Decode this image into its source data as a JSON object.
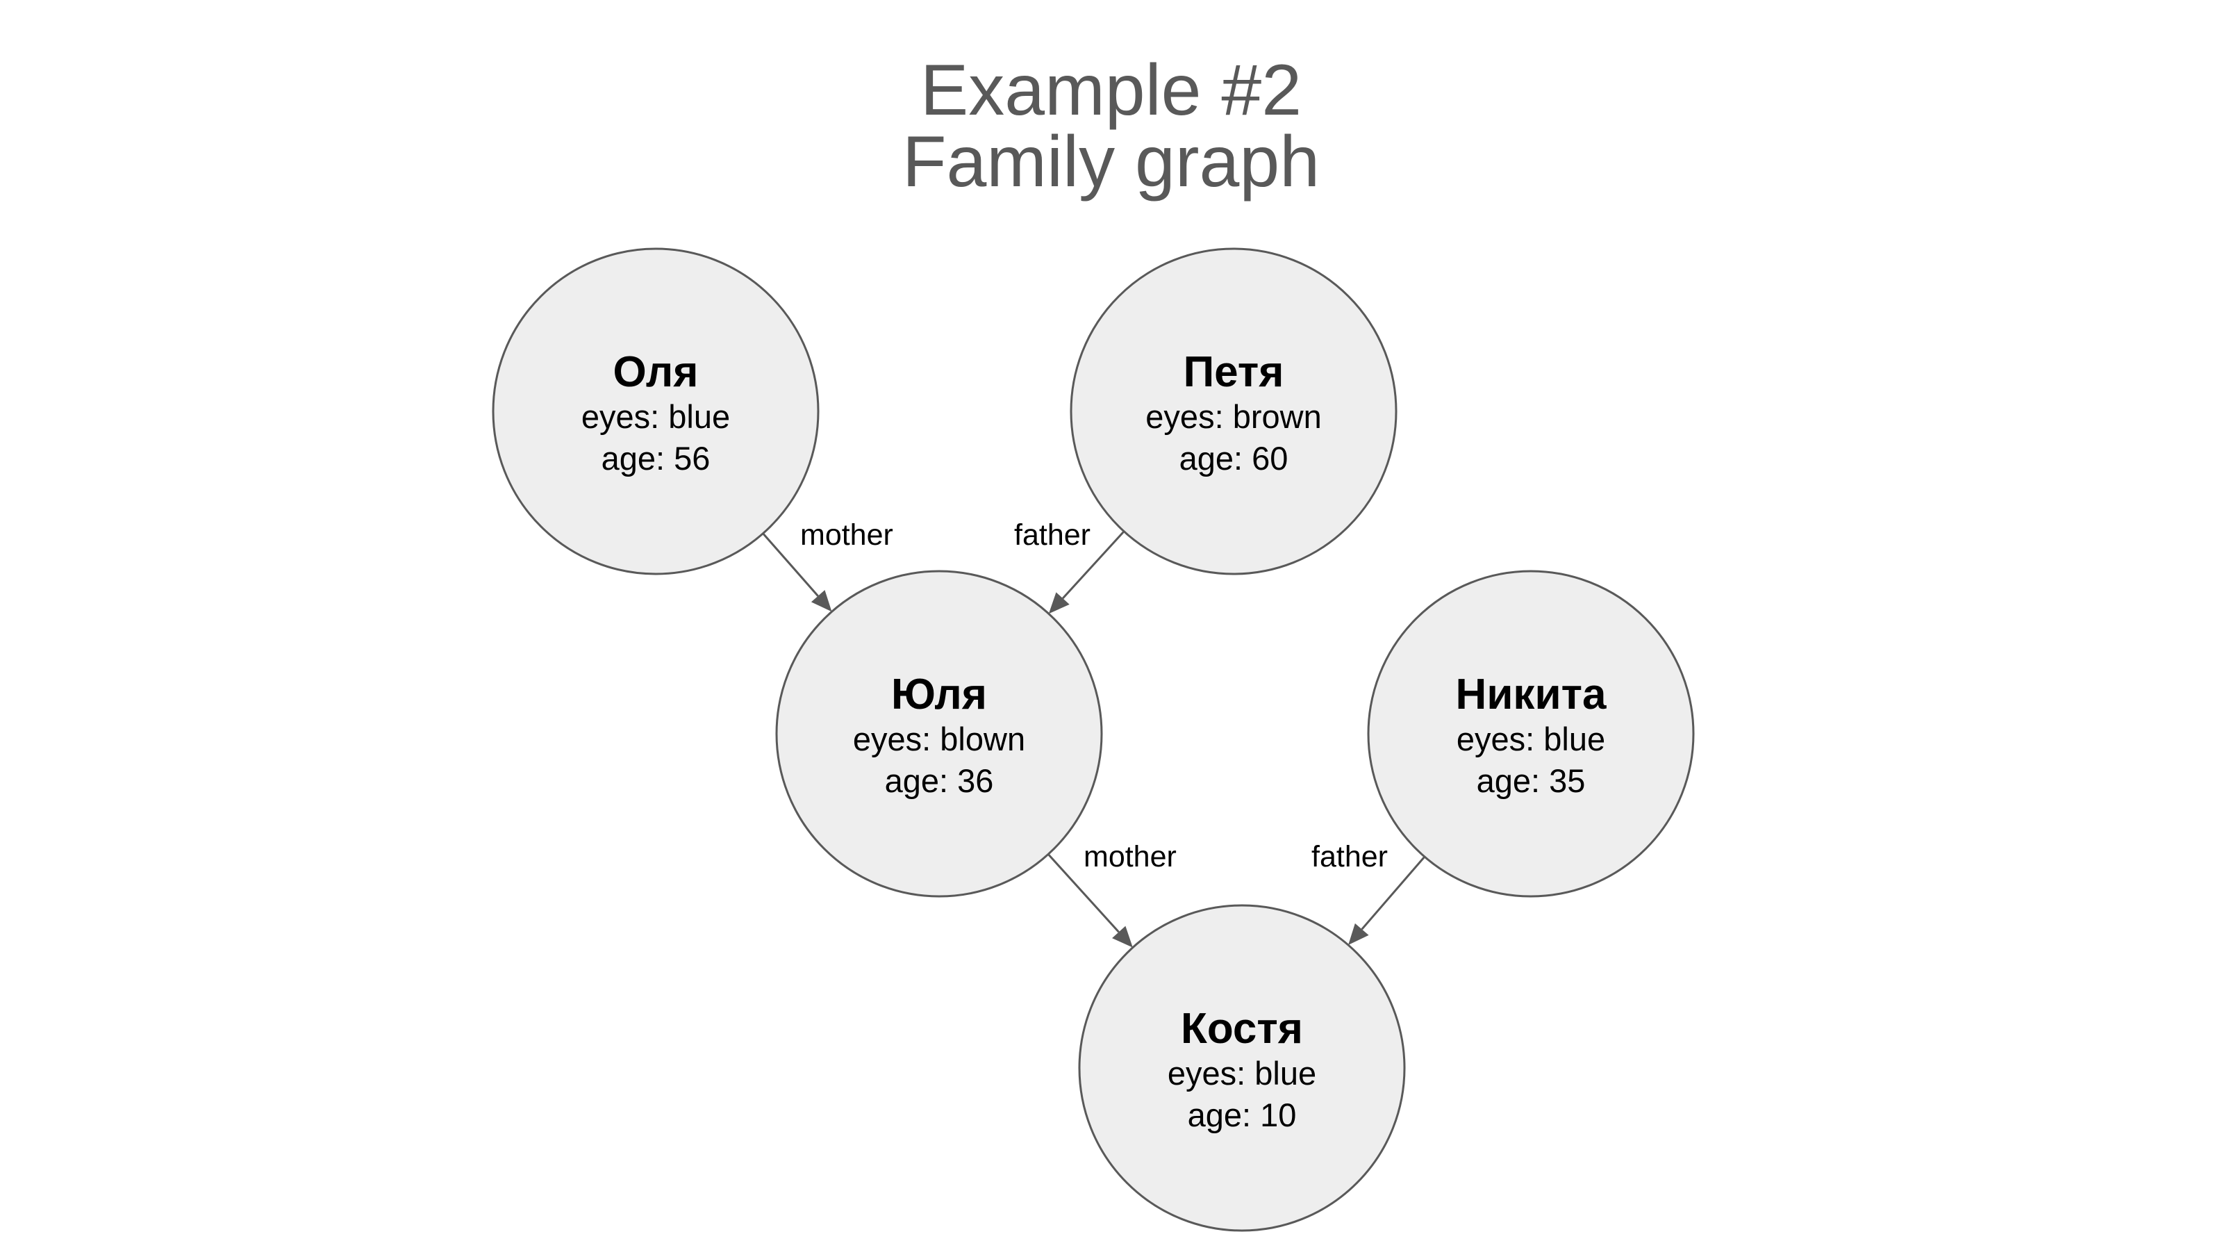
{
  "title": {
    "line1": "Example #2",
    "line2": "Family graph"
  },
  "colors": {
    "title": "#595959",
    "node_fill": "#eeeeee",
    "node_stroke": "#595959",
    "edge": "#595959",
    "text": "#000000"
  },
  "nodes": [
    {
      "id": "olya",
      "name": "Оля",
      "eyes": "eyes: blue",
      "age": "age: 56"
    },
    {
      "id": "petya",
      "name": "Петя",
      "eyes": "eyes: brown",
      "age": "age: 60"
    },
    {
      "id": "yulya",
      "name": "Юля",
      "eyes": "eyes: blown",
      "age": "age: 36"
    },
    {
      "id": "nikita",
      "name": "Никита",
      "eyes": "eyes: blue",
      "age": "age: 35"
    },
    {
      "id": "kostya",
      "name": "Костя",
      "eyes": "eyes: blue",
      "age": "age: 10"
    }
  ],
  "edges": [
    {
      "from": "olya",
      "to": "yulya",
      "label": "mother"
    },
    {
      "from": "petya",
      "to": "yulya",
      "label": "father"
    },
    {
      "from": "yulya",
      "to": "kostya",
      "label": "mother"
    },
    {
      "from": "nikita",
      "to": "kostya",
      "label": "father"
    }
  ]
}
